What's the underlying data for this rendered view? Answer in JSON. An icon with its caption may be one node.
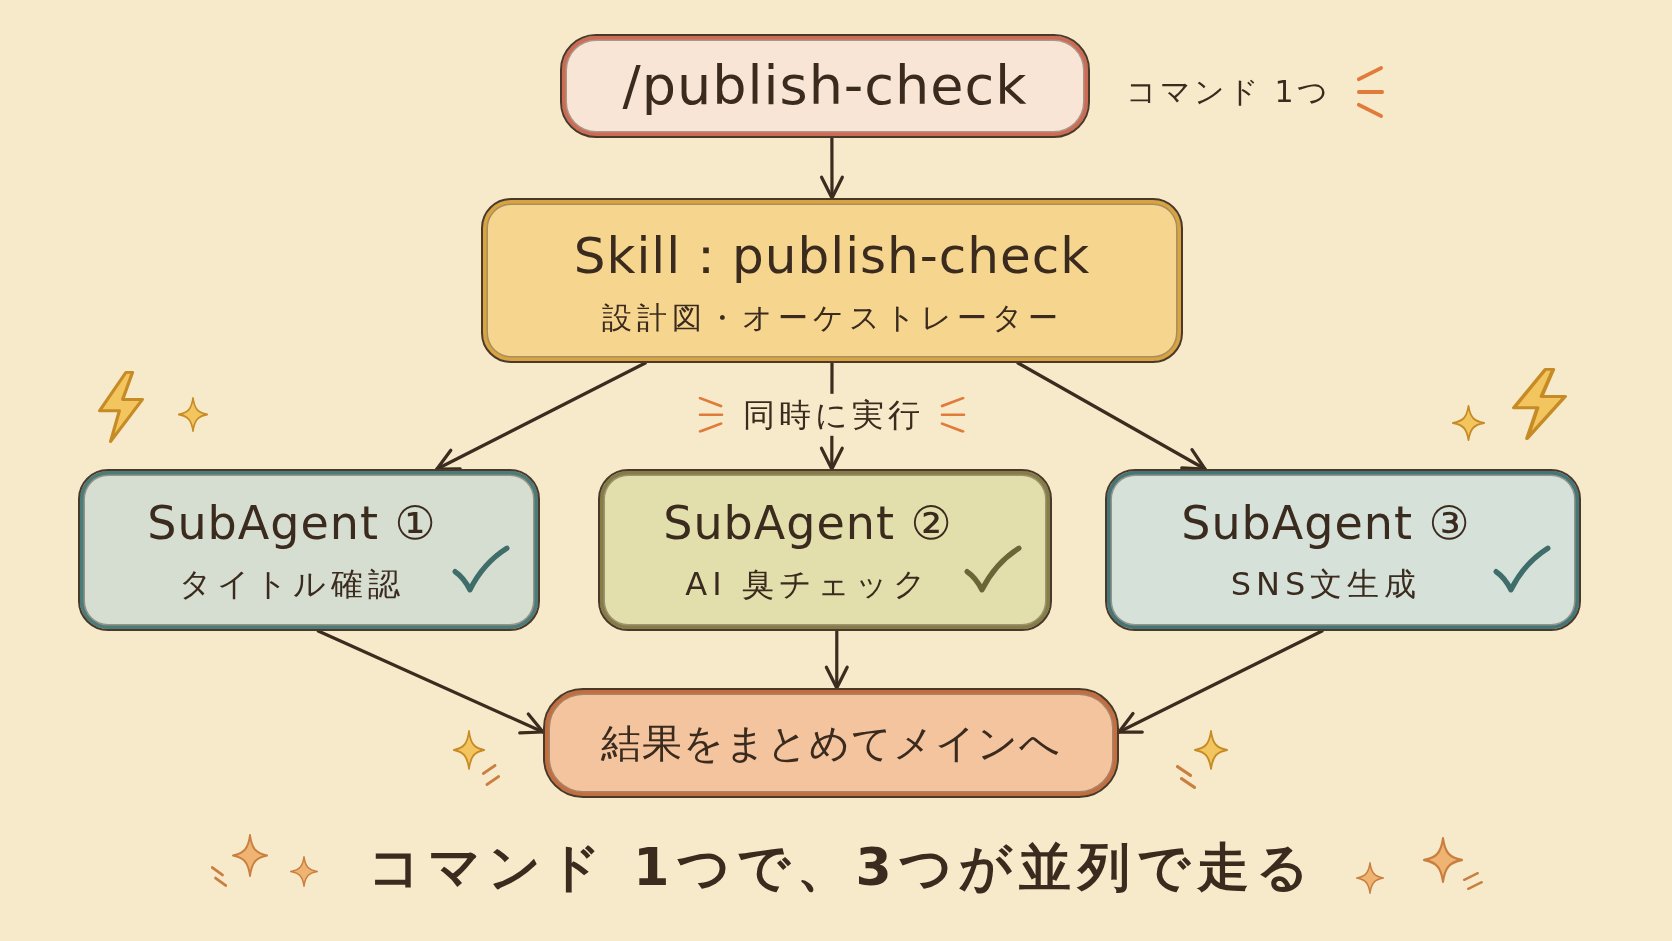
{
  "diagram": {
    "caption": "コマンド 1つで、3つが並列で走る",
    "nodes": [
      {
        "text": [
          "/publish-check"
        ],
        "beside": [
          "コマンド 1つ"
        ]
      },
      {
        "text": [
          "Skill：publish-check",
          "設計図・オーケストレーター"
        ]
      },
      {
        "text": [
          "SubAgent ①",
          "タイトル確認"
        ]
      },
      {
        "text": [
          "SubAgent ②",
          "AI 臭チェック"
        ]
      },
      {
        "text": [
          "SubAgent ③",
          "SNS文生成"
        ]
      },
      {
        "text": [
          "結果をまとめてメインへ"
        ]
      }
    ],
    "edges": [
      {
        "from": 0,
        "to": 1,
        "arrow": "to"
      },
      {
        "from": 1,
        "to": 2,
        "arrow": "to"
      },
      {
        "from": 1,
        "to": 3,
        "arrow": "to",
        "label": "同時に実行"
      },
      {
        "from": 1,
        "to": 4,
        "arrow": "to"
      },
      {
        "from": 2,
        "to": 5,
        "arrow": "to"
      },
      {
        "from": 3,
        "to": 5,
        "arrow": "to"
      },
      {
        "from": 4,
        "to": 5,
        "arrow": "to"
      }
    ]
  }
}
